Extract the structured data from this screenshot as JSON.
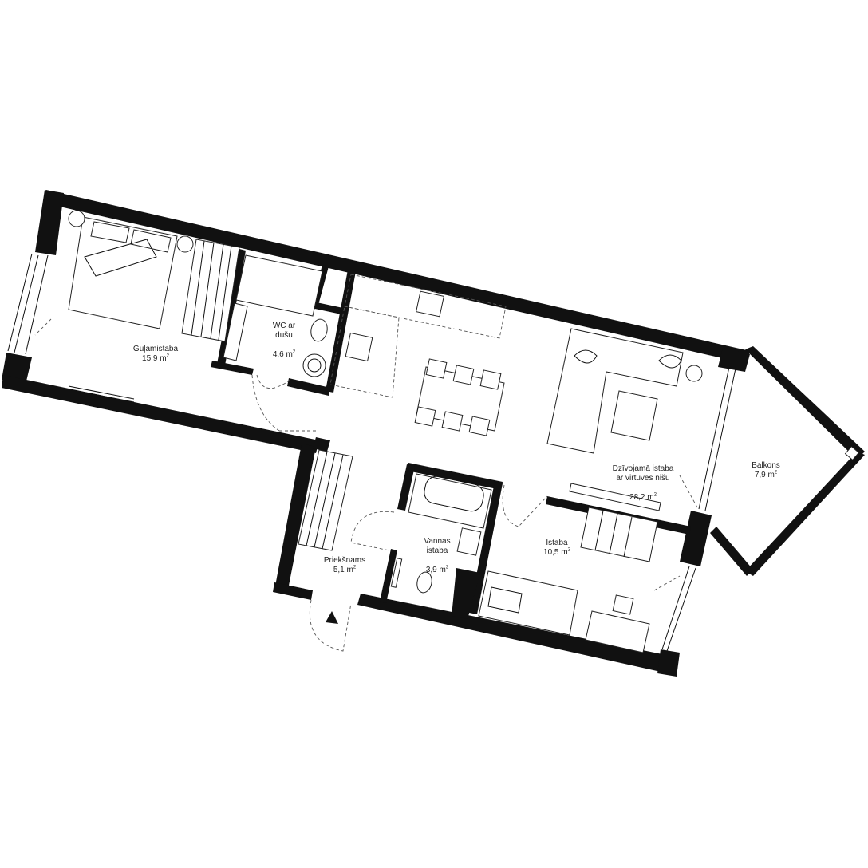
{
  "rooms": [
    {
      "id": "gulamistaba",
      "name": "Guļamistaba",
      "area": "15,9 m",
      "unit_sup": "2"
    },
    {
      "id": "wc",
      "name": "WC ar\ndušu",
      "area": "4,6 m",
      "unit_sup": "2"
    },
    {
      "id": "dzivojama",
      "name": "Dzīvojamā istaba\nar virtuves nišu",
      "area": "28,2 m",
      "unit_sup": "2"
    },
    {
      "id": "balkons",
      "name": "Balkons",
      "area": "7,9 m",
      "unit_sup": "2"
    },
    {
      "id": "vannas",
      "name": "Vannas\nistaba",
      "area": "3,9 m",
      "unit_sup": "2"
    },
    {
      "id": "istaba",
      "name": "Istaba",
      "area": "10,5 m",
      "unit_sup": "2"
    },
    {
      "id": "prieksnams",
      "name": "Priekšnams",
      "area": "5,1 m",
      "unit_sup": "2"
    }
  ],
  "icons": {
    "entrance": "entrance-arrow-icon"
  },
  "colors": {
    "wall": "#111111",
    "line": "#222222",
    "background": "#ffffff"
  }
}
